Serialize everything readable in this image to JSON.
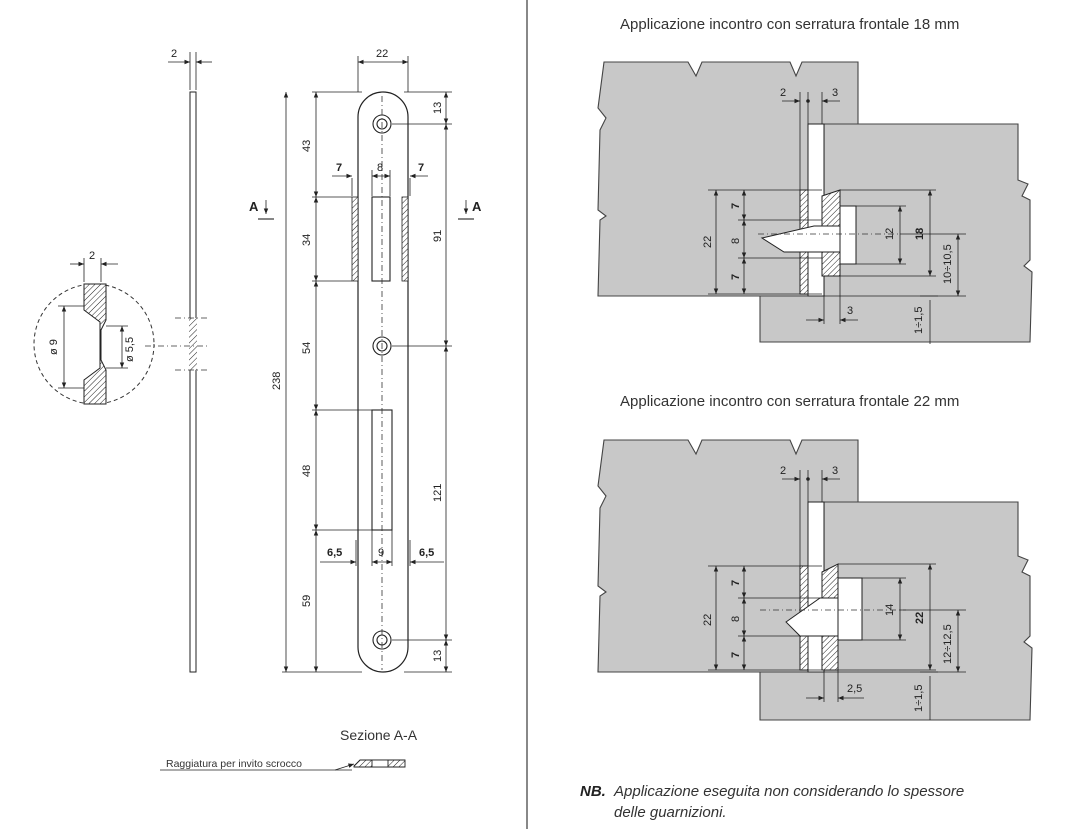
{
  "left_drawing": {
    "top_thickness": "2",
    "width_top": "22",
    "left_marks": [
      "7",
      "8",
      "7"
    ],
    "vertical_left": [
      "43",
      "34",
      "54",
      "48",
      "59"
    ],
    "total_height": "238",
    "right_dims": [
      "13",
      "91",
      "121",
      "13"
    ],
    "bottom_marks": [
      "6,5",
      "9",
      "6,5"
    ],
    "section_marker": "A",
    "detail_thickness": "2",
    "detail_outer_diameter": "ø 9",
    "detail_inner_diameter": "ø 5,5",
    "section_title": "Sezione A-A",
    "section_callout": "Raggiatura per invito scrocco"
  },
  "right_top": {
    "title": "Applicazione incontro con serratura frontale 18 mm",
    "top_dims": [
      "2",
      "3"
    ],
    "left_dims": [
      "7",
      "8",
      "7"
    ],
    "outer_left": "22",
    "inner_opening": "12",
    "total": "18",
    "offset": "10÷10,5",
    "bottom_gap": "3",
    "bottom_offset": "1÷1,5"
  },
  "right_bottom": {
    "title": "Applicazione incontro con serratura frontale 22 mm",
    "top_dims": [
      "2",
      "3"
    ],
    "left_dims": [
      "7",
      "8",
      "7"
    ],
    "outer_left": "22",
    "inner_opening": "14",
    "total": "22",
    "offset": "12÷12,5",
    "bottom_gap": "2,5",
    "bottom_offset": "1÷1,5"
  },
  "note": {
    "label": "NB.",
    "line1": "Applicazione eseguita non considerando lo spessore",
    "line2": "delle guarnizioni."
  },
  "colors": {
    "wall": "#c8c8c8",
    "line": "#222222",
    "divider": "#555555"
  }
}
